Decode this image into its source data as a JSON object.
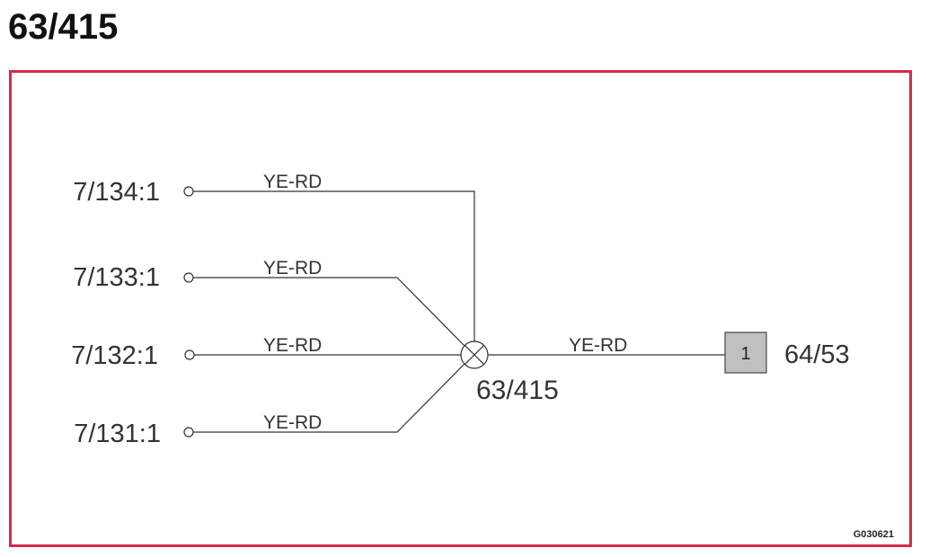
{
  "title": "63/415",
  "inputs": [
    {
      "connector": "7/134:1",
      "wire_color": "YE-RD"
    },
    {
      "connector": "7/133:1",
      "wire_color": "YE-RD"
    },
    {
      "connector": "7/132:1",
      "wire_color": "YE-RD"
    },
    {
      "connector": "7/131:1",
      "wire_color": "YE-RD"
    }
  ],
  "splice": {
    "label": "63/415"
  },
  "output": {
    "wire_color": "YE-RD",
    "pin": "1",
    "connector": "64/53"
  },
  "reference_code": "G030621",
  "colors": {
    "frame": "#d7284f",
    "line": "#333333",
    "pin_box": "#c0c0c0"
  }
}
